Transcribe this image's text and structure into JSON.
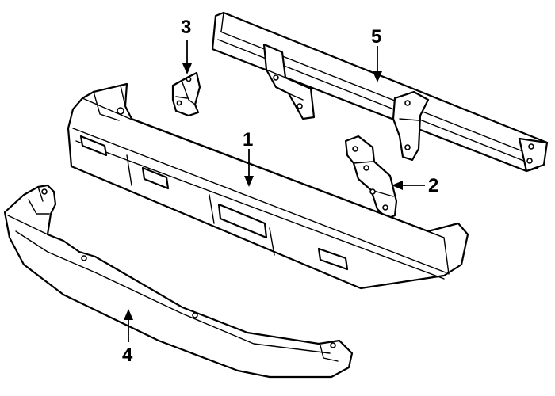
{
  "diagram": {
    "style": "exploded-view line drawing",
    "colors": {
      "ink": "#000000",
      "paper": "#ffffff"
    },
    "callouts": [
      {
        "id": "1",
        "label": "1"
      },
      {
        "id": "2",
        "label": "2"
      },
      {
        "id": "3",
        "label": "3"
      },
      {
        "id": "4",
        "label": "4"
      },
      {
        "id": "5",
        "label": "5"
      }
    ]
  }
}
